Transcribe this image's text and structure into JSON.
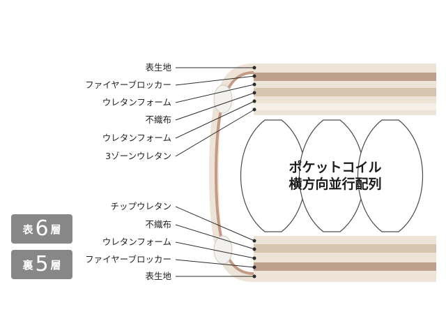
{
  "top_labels": [
    "表生地",
    "ファイヤーブロッカー",
    "ウレタンフォーム",
    "不織布",
    "ウレタンフォーム",
    "3ゾーンウレタン"
  ],
  "bottom_labels": [
    "チップウレタン",
    "不織布",
    "ウレタンフォーム",
    "ファイヤーブロッカー",
    "表生地"
  ],
  "center": {
    "line1": "ポケットコイル",
    "line2": "横方向並行配列"
  },
  "badges": [
    {
      "prefix": "表",
      "number": "6",
      "suffix": "層"
    },
    {
      "prefix": "裏",
      "number": "5",
      "suffix": "層"
    }
  ],
  "colors": {
    "cream": "#ede4d7",
    "light_layer": "#f5efe6",
    "tan": "#d5c5b1",
    "brown": "#bf9f8e",
    "side_brown": "#c49a86",
    "line": "#2b2b2b",
    "badge": "#878787"
  }
}
